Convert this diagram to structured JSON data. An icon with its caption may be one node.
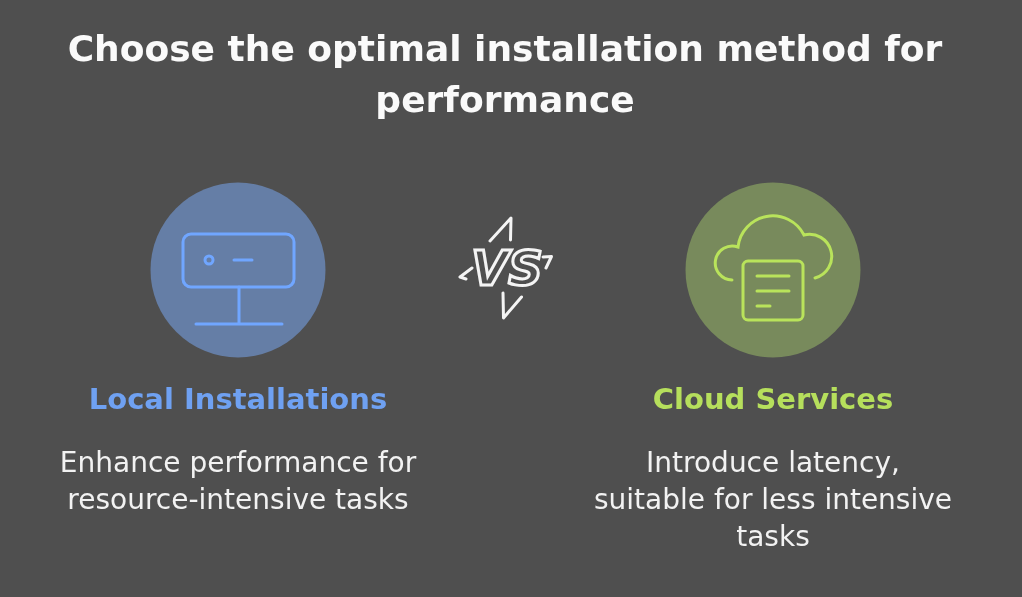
{
  "diagram": {
    "title": "Choose the optimal installation method for performance",
    "nodes": [
      {
        "text": [
          "Local Installations",
          "Enhance performance for resource-intensive tasks"
        ]
      },
      {
        "text": [
          "Cloud Services",
          "Introduce latency, suitable for less intensive tasks"
        ]
      }
    ],
    "labels": [
      "VS"
    ]
  }
}
